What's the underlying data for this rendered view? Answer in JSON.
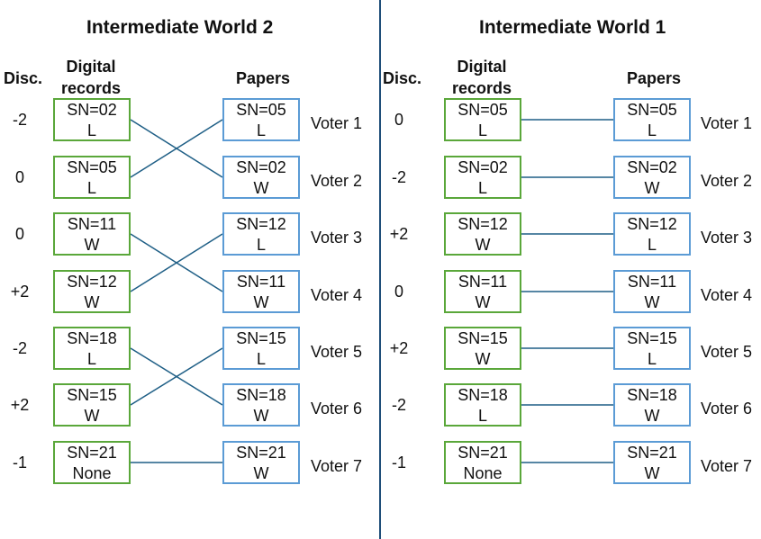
{
  "panels": [
    {
      "title": "Intermediate World 2",
      "headers": {
        "disc": "Disc.",
        "digital": "Digital records",
        "papers": "Papers"
      },
      "rows": [
        {
          "disc": "-2",
          "digital_sn": "SN=02",
          "digital_vote": "L",
          "paper_sn": "SN=05",
          "paper_vote": "L",
          "voter": "Voter 1"
        },
        {
          "disc": "0",
          "digital_sn": "SN=05",
          "digital_vote": "L",
          "paper_sn": "SN=02",
          "paper_vote": "W",
          "voter": "Voter 2"
        },
        {
          "disc": "0",
          "digital_sn": "SN=11",
          "digital_vote": "W",
          "paper_sn": "SN=12",
          "paper_vote": "L",
          "voter": "Voter 3"
        },
        {
          "disc": "+2",
          "digital_sn": "SN=12",
          "digital_vote": "W",
          "paper_sn": "SN=11",
          "paper_vote": "W",
          "voter": "Voter 4"
        },
        {
          "disc": "-2",
          "digital_sn": "SN=18",
          "digital_vote": "L",
          "paper_sn": "SN=15",
          "paper_vote": "L",
          "voter": "Voter 5"
        },
        {
          "disc": "+2",
          "digital_sn": "SN=15",
          "digital_vote": "W",
          "paper_sn": "SN=18",
          "paper_vote": "W",
          "voter": "Voter 6"
        },
        {
          "disc": "-1",
          "digital_sn": "SN=21",
          "digital_vote": "None",
          "paper_sn": "SN=21",
          "paper_vote": "W",
          "voter": "Voter 7"
        }
      ],
      "links": [
        [
          0,
          1
        ],
        [
          1,
          0
        ],
        [
          2,
          3
        ],
        [
          3,
          2
        ],
        [
          4,
          5
        ],
        [
          5,
          4
        ],
        [
          6,
          6
        ]
      ]
    },
    {
      "title": "Intermediate World 1",
      "headers": {
        "disc": "Disc.",
        "digital": "Digital records",
        "papers": "Papers"
      },
      "rows": [
        {
          "disc": "0",
          "digital_sn": "SN=05",
          "digital_vote": "L",
          "paper_sn": "SN=05",
          "paper_vote": "L",
          "voter": "Voter 1"
        },
        {
          "disc": "-2",
          "digital_sn": "SN=02",
          "digital_vote": "L",
          "paper_sn": "SN=02",
          "paper_vote": "W",
          "voter": "Voter 2"
        },
        {
          "disc": "+2",
          "digital_sn": "SN=12",
          "digital_vote": "W",
          "paper_sn": "SN=12",
          "paper_vote": "L",
          "voter": "Voter 3"
        },
        {
          "disc": "0",
          "digital_sn": "SN=11",
          "digital_vote": "W",
          "paper_sn": "SN=11",
          "paper_vote": "W",
          "voter": "Voter 4"
        },
        {
          "disc": "+2",
          "digital_sn": "SN=15",
          "digital_vote": "W",
          "paper_sn": "SN=15",
          "paper_vote": "L",
          "voter": "Voter 5"
        },
        {
          "disc": "-2",
          "digital_sn": "SN=18",
          "digital_vote": "L",
          "paper_sn": "SN=18",
          "paper_vote": "W",
          "voter": "Voter 6"
        },
        {
          "disc": "-1",
          "digital_sn": "SN=21",
          "digital_vote": "None",
          "paper_sn": "SN=21",
          "paper_vote": "W",
          "voter": "Voter 7"
        }
      ],
      "links": [
        [
          0,
          0
        ],
        [
          1,
          1
        ],
        [
          2,
          2
        ],
        [
          3,
          3
        ],
        [
          4,
          4
        ],
        [
          5,
          5
        ],
        [
          6,
          6
        ]
      ]
    }
  ],
  "colors": {
    "digital_border": "#5aa73a",
    "paper_border": "#5b9bd5",
    "link": "#1f5f86",
    "divider": "#1f4e79"
  }
}
